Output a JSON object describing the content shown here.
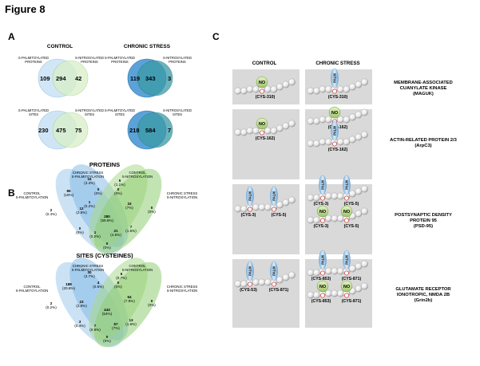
{
  "figure": {
    "title": "Figure 8",
    "panel_a": "A",
    "panel_b": "B",
    "panel_c": "C"
  },
  "panel_a": {
    "control_label": "CONTROL",
    "stress_label": "CHRONIC STRESS",
    "proteins_left_label_1": "S-PALMITOYLATED",
    "proteins_left_label_2": "PROTEINS",
    "proteins_right_label_1": "S-NITROSYLATED",
    "proteins_right_label_2": "PROTEINS",
    "sites_left_label_1": "S-PALMITOYLATED",
    "sites_left_label_2": "SITES",
    "sites_right_label_1": "S-NITROSYLATED",
    "sites_right_label_2": "SITES",
    "control_proteins": {
      "left": "109",
      "both": "294",
      "right": "42"
    },
    "stress_proteins": {
      "left": "119",
      "both": "343",
      "right": "3"
    },
    "control_sites": {
      "left": "230",
      "both": "475",
      "right": "75"
    },
    "stress_sites": {
      "left": "218",
      "both": "584",
      "right": "7"
    },
    "colors": {
      "palm_control": "#cfe5f6",
      "nitro_control": "#d9f0c8",
      "palm_stress": "#2f86c6",
      "nitro_stress": "#3a9aa6"
    }
  },
  "panel_b": {
    "proteins_title": "PROTEINS",
    "sites_title": "SITES (CYSTEINES)",
    "labels": {
      "stress_palm_1": "CHRONIC STRESS",
      "stress_palm_2": "S-PALMITOYLATION",
      "control_palm_1": "CONTROL",
      "control_palm_2": "S-PALMITOYLATION",
      "control_nitro_1": "CONTROL",
      "control_nitro_2": "S-NITROSYLATION",
      "stress_nitro_1": "CHRONIC STRESS",
      "stress_nitro_2": "S-NITROSYLATION"
    },
    "proteins_regions": [
      {
        "n": "16",
        "p": "(3.4%)"
      },
      {
        "n": "5",
        "p": "(1.1%)"
      },
      {
        "n": "85",
        "p": "(18%)"
      },
      {
        "n": "0",
        "p": "(0%)"
      },
      {
        "n": "0",
        "p": "(0%)"
      },
      {
        "n": "2",
        "p": "(0.4%)"
      },
      {
        "n": "1",
        "p": "(0.2%)"
      },
      {
        "n": "12",
        "p": "(2.5%)"
      },
      {
        "n": "33",
        "p": "(7%)"
      },
      {
        "n": "0",
        "p": "(0%)"
      },
      {
        "n": "280",
        "p": "(59.6%)"
      },
      {
        "n": "0",
        "p": "(0%)"
      },
      {
        "n": "1",
        "p": "(0.2%)"
      },
      {
        "n": "21",
        "p": "(4.5%)"
      },
      {
        "n": "7",
        "p": "(1.5%)"
      },
      {
        "n": "0",
        "p": "(0%)"
      }
    ],
    "sites_regions": [
      {
        "n": "30",
        "p": "(3.7%)"
      },
      {
        "n": "6",
        "p": "(0.7%)"
      },
      {
        "n": "188",
        "p": "(20.8%)"
      },
      {
        "n": "4",
        "p": "(0.5%)"
      },
      {
        "n": "0",
        "p": "(0%)"
      },
      {
        "n": "2",
        "p": "(0.2%)"
      },
      {
        "n": "23",
        "p": "(2.8%)"
      },
      {
        "n": "64",
        "p": "(7.9%)"
      },
      {
        "n": "0",
        "p": "(0%)"
      },
      {
        "n": "443",
        "p": "(54%)"
      },
      {
        "n": "3",
        "p": "(0.4%)"
      },
      {
        "n": "13",
        "p": "(1.6%)"
      },
      {
        "n": "7",
        "p": "(0.9%)"
      },
      {
        "n": "57",
        "p": "(7%)"
      },
      {
        "n": "0",
        "p": "(0%)"
      }
    ]
  },
  "panel_c": {
    "control_label": "CONTROL",
    "stress_label": "CHRONIC STRESS",
    "no": "NO",
    "palm": "PALM",
    "rows": [
      {
        "protein_1": "MEMBRANE-ASSOCIATED",
        "protein_2": "CUANYLATE KINASE",
        "protein_3": "(MAGUK)",
        "control_sites": [
          "(CYS-310)"
        ],
        "stress_sites": [
          "(CYS-310)"
        ]
      },
      {
        "protein_1": "ACTIN-RELATED PROTEIN 2/3",
        "protein_2": "(ArpC3)",
        "protein_3": "",
        "control_sites": [
          "(CYS-162)"
        ],
        "stress_sites": [
          "(CYS-162)",
          "(CYS-162)"
        ]
      },
      {
        "protein_1": "POSTSYNAPTIC DENSITY",
        "protein_2": "PROTEIN 95",
        "protein_3": "(PSD-95)",
        "control_sites": [
          "(CYS-3)",
          "(CYS-5)"
        ],
        "stress_sites": [
          "(CYS-3)",
          "(CYS-5)",
          "(CYS-3)",
          "(CYS-5)"
        ]
      },
      {
        "protein_1": "GLUTAMATE RECEPTOR",
        "protein_2": "IONOTROPIC, NMDA 2B",
        "protein_3": "(Grin2b)",
        "control_sites": [
          "(CYS-53)",
          "(CYS-871)"
        ],
        "stress_sites": [
          "(CYS-853)",
          "(CYS-871)",
          "(CYS-853)",
          "(CYS-871)"
        ]
      }
    ]
  }
}
